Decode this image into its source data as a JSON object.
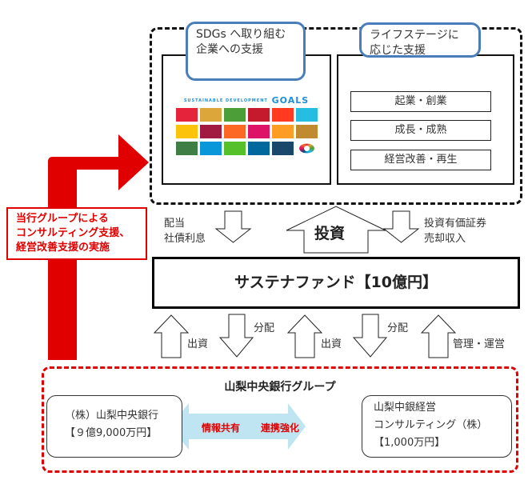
{
  "diagram": {
    "top_group": {
      "sdg_panel": {
        "callout": "SDGsへ取り組む企業への支援",
        "callout_line1": "SDGs へ取り組む",
        "callout_line2": "企業への支援",
        "logo_text_small": "SUSTAINABLE DEVELOPMENT",
        "logo_text_big": "GOALS",
        "tile_colors": [
          "#e5243b",
          "#dda63a",
          "#4c9f38",
          "#c5192d",
          "#ff3a21",
          "#26bde2",
          "#fcc30b",
          "#a21942",
          "#fd6925",
          "#dd1367",
          "#fd9d24",
          "#bf8b2e",
          "#3f7e44",
          "#0a97d9",
          "#56c02b",
          "#00689d",
          "#19486a",
          "#ffffff"
        ]
      },
      "life_stage_panel": {
        "callout_line1": "ライフステージに",
        "callout_line2": "応じた支援",
        "stages": [
          "起業・創業",
          "成長・成熟",
          "経営改善・再生"
        ]
      }
    },
    "support_label": {
      "line1": "当行グループによる",
      "line2": "コンサルティング支援、",
      "line3": "経営改善支援の実施"
    },
    "flows_top": {
      "dividend_line1": "配当",
      "dividend_line2": "社債利息",
      "invest": "投資",
      "sale_line1": "投資有価証券",
      "sale_line2": "売却収入"
    },
    "fund": {
      "name": "サステナファンド【10億円】"
    },
    "flows_bottom": {
      "contribution_1": "出資",
      "distribution_1": "分配",
      "contribution_2": "出資",
      "distribution_2": "分配",
      "management": "管理・運営"
    },
    "bank_group": {
      "title": "山梨中央銀行グループ",
      "bank": {
        "line1": "（株）山梨中央銀行",
        "line2": "【９億9,000万円】"
      },
      "consulting": {
        "line1": "山梨中銀経営",
        "line2": "コンサルティング（株）",
        "line3": "【1,000万円】"
      },
      "info_share": "情報共有",
      "collaboration": "連携強化"
    },
    "colors": {
      "accent_red": "#e00000",
      "callout_blue": "#4a7ebb",
      "double_arrow": "#bfe4f2"
    }
  }
}
